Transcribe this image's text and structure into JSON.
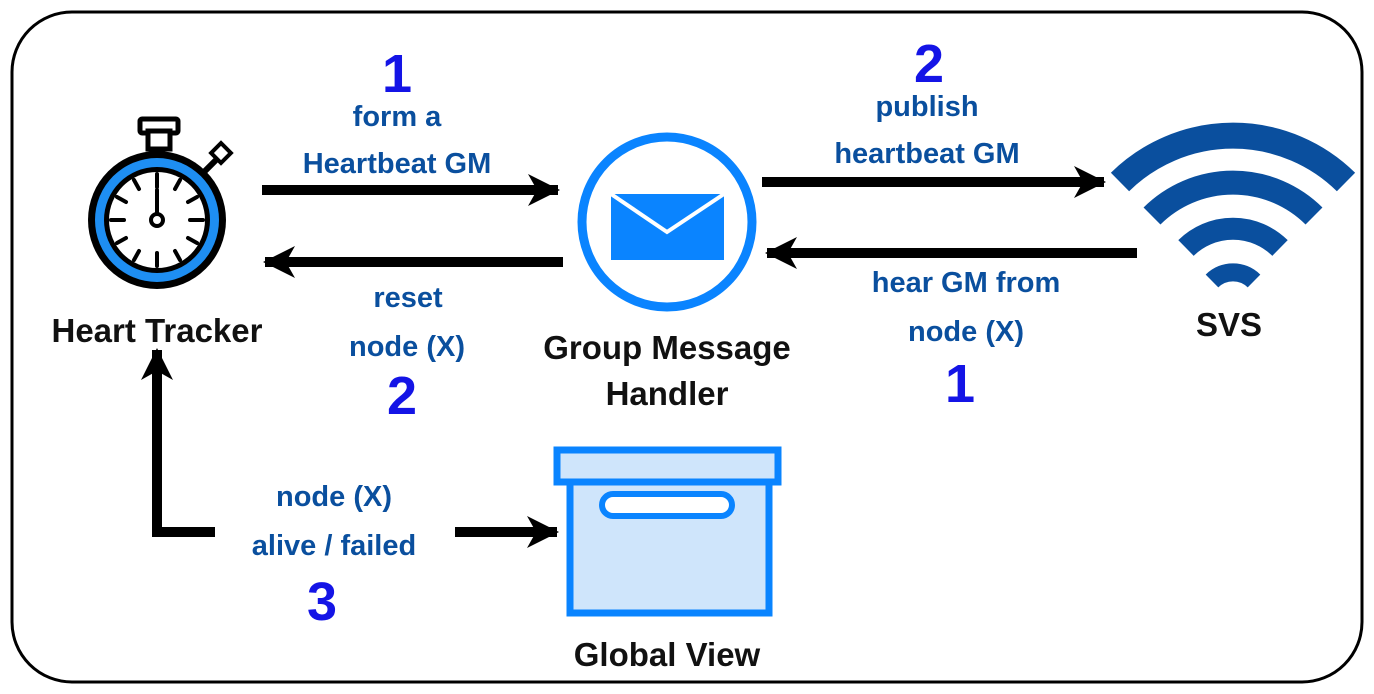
{
  "nodes": {
    "heart_tracker": {
      "label": "Heart Tracker",
      "icon": "stopwatch-icon"
    },
    "group_message_handler": {
      "label_line1": "Group Message",
      "label_line2": "Handler",
      "icon": "envelope-icon"
    },
    "svs": {
      "label": "SVS",
      "icon": "wifi-icon"
    },
    "global_view": {
      "label": "Global View",
      "icon": "archive-box-icon"
    }
  },
  "edges": {
    "form_heartbeat": {
      "step": "1",
      "line1": "form a",
      "line2": "Heartbeat GM"
    },
    "publish_heartbeat": {
      "step": "2",
      "line1": "publish",
      "line2": "heartbeat GM"
    },
    "hear_gm": {
      "step": "1",
      "line1": "hear GM from",
      "line2": "node (X)"
    },
    "reset_node": {
      "step": "2",
      "line1": "reset",
      "line2": "node (X)"
    },
    "node_status": {
      "step": "3",
      "line1": "node (X)",
      "line2": "alive / failed"
    }
  },
  "colors": {
    "edge_label": "#0a4f9e",
    "step_number": "#1414e6",
    "icon_blue": "#0a84ff",
    "icon_navy": "#0a4f9e",
    "box_fill": "#cfe5fb",
    "arrow": "#000000"
  }
}
